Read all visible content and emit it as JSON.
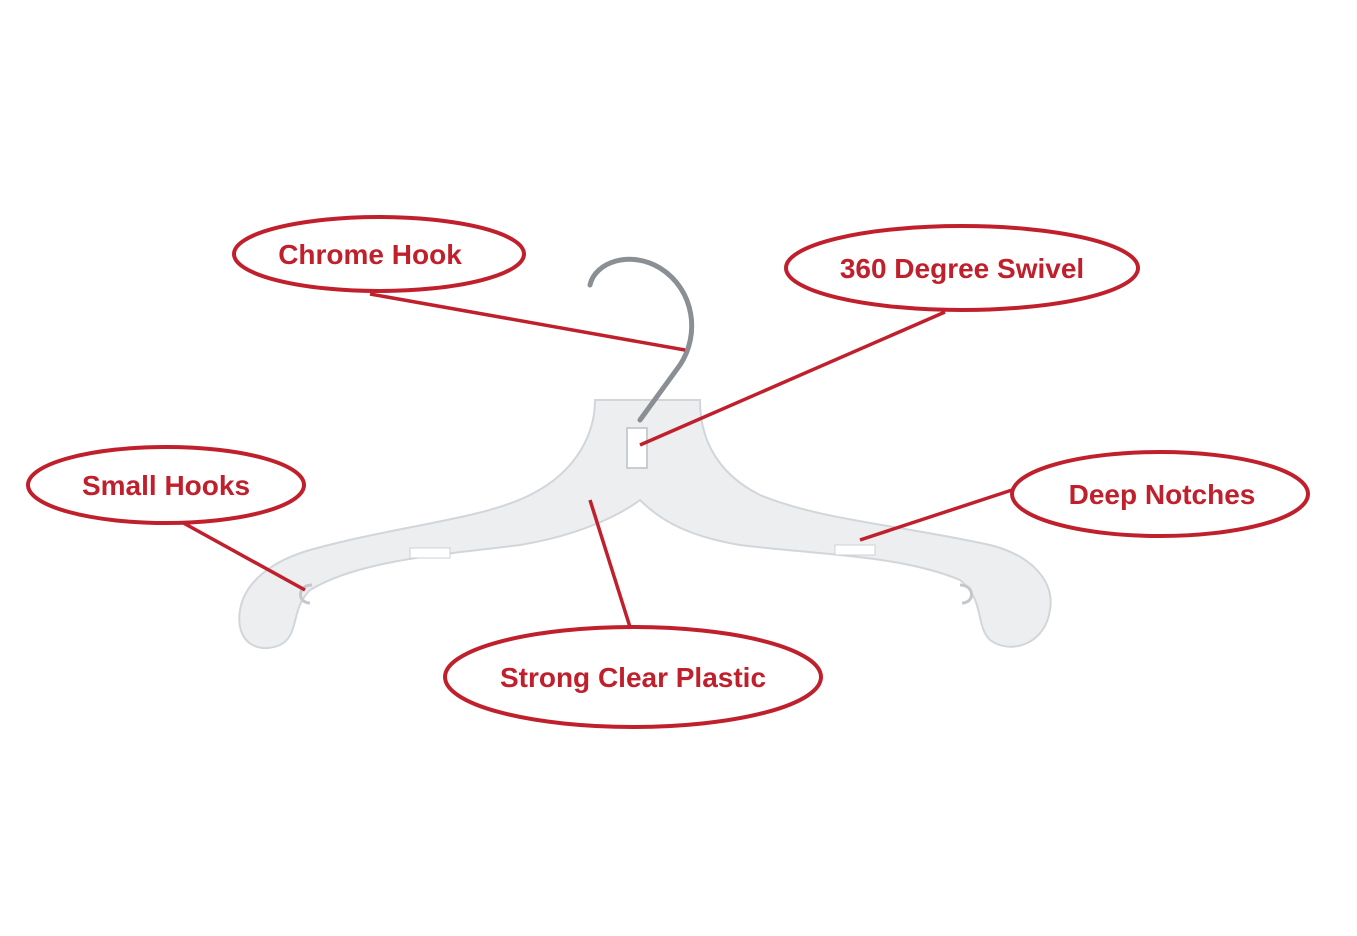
{
  "callouts": {
    "chrome_hook": "Chrome Hook",
    "swivel": "360 Degree Swivel",
    "small_hooks": "Small Hooks",
    "deep_notches": "Deep Notches",
    "plastic": "Strong Clear Plastic"
  },
  "colors": {
    "accent": "#c0202c",
    "hanger": "#e6e8ea",
    "hook": "#8a8f94"
  }
}
